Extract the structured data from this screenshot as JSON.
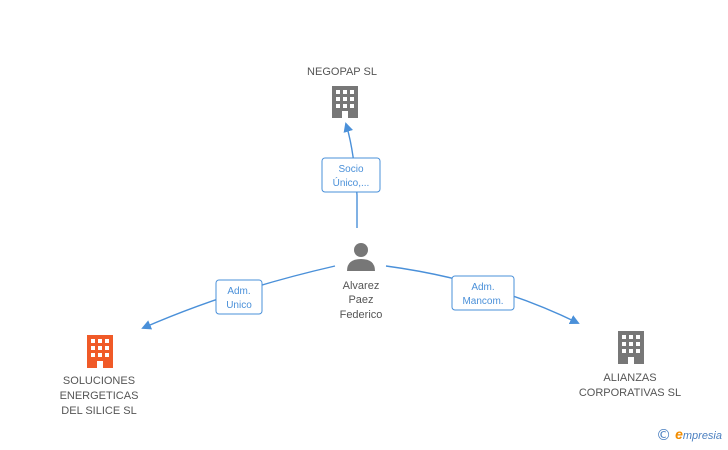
{
  "colors": {
    "accent": "#4a90d9",
    "building_gray": "#777777",
    "building_orange": "#f05a28",
    "text": "#555555"
  },
  "nodes": {
    "negopap": {
      "label_lines": [
        "NEGOPAP SL"
      ],
      "icon": "building-icon"
    },
    "person": {
      "label_lines": [
        "Alvarez",
        "Paez",
        "Federico"
      ],
      "icon": "person-icon"
    },
    "soluciones": {
      "label_lines": [
        "SOLUCIONES",
        "ENERGETICAS",
        "DEL SILICE SL"
      ],
      "icon": "building-icon"
    },
    "alianzas": {
      "label_lines": [
        "ALIANZAS",
        "CORPORATIVAS SL"
      ],
      "icon": "building-icon"
    }
  },
  "edges": {
    "to_negopap": {
      "label_lines": [
        "Socio",
        "Único,..."
      ]
    },
    "to_soluciones": {
      "label_lines": [
        "Adm.",
        "Unico"
      ]
    },
    "to_alianzas": {
      "label_lines": [
        "Adm.",
        "Mancom."
      ]
    }
  },
  "footer": {
    "copyright_symbol": "©",
    "brand_initial": "e",
    "brand_rest": "mpresia"
  }
}
